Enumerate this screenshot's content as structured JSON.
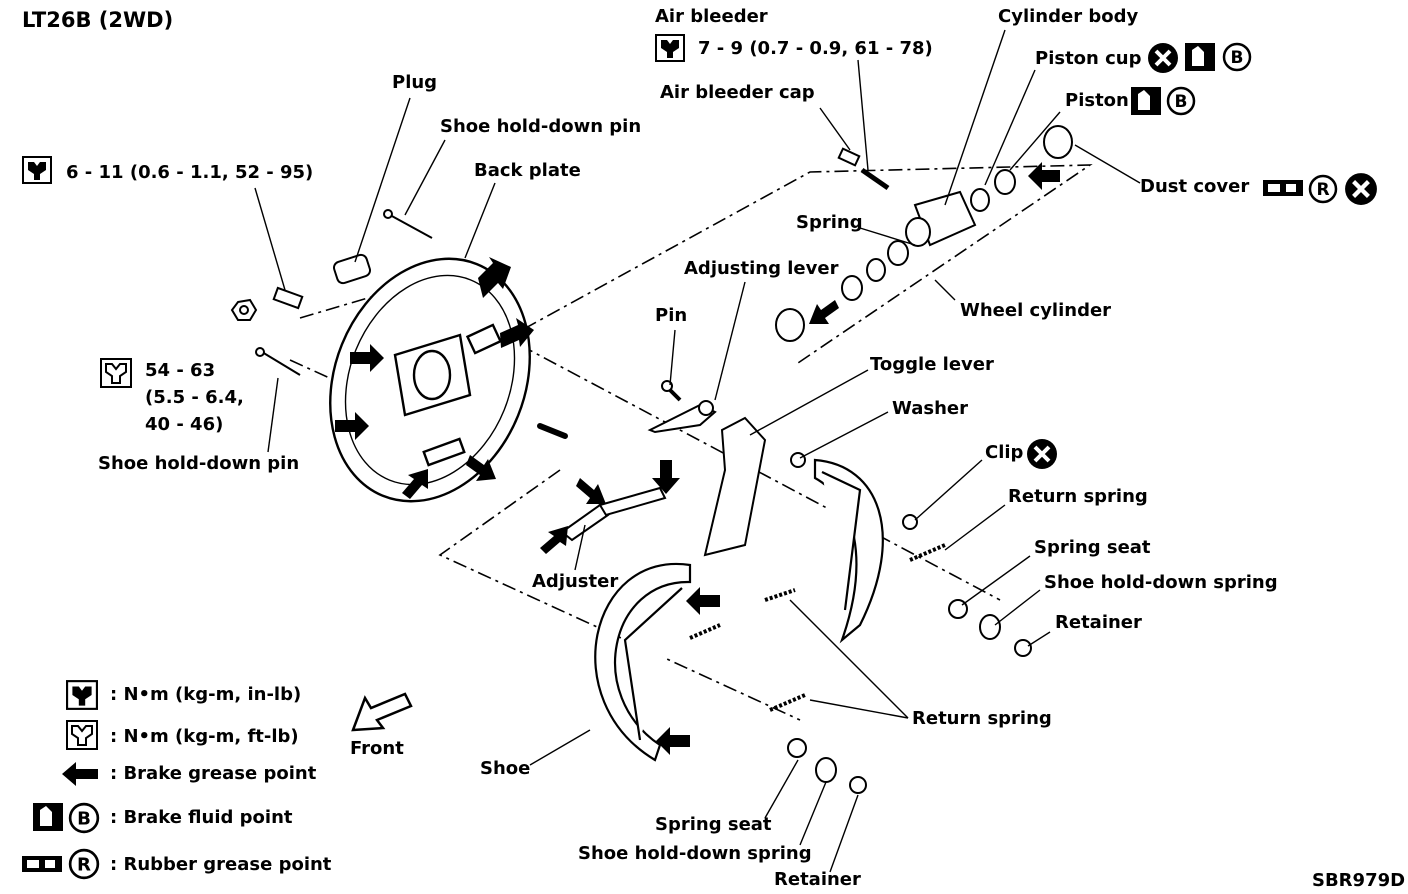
{
  "header": {
    "title": "LT26B (2WD)"
  },
  "labels": {
    "air_bleeder": "Air bleeder",
    "air_bleeder_torque": "7 - 9 (0.7 - 0.9, 61 - 78)",
    "air_bleeder_cap": "Air bleeder cap",
    "cylinder_body": "Cylinder body",
    "piston_cup": "Piston cup",
    "piston": "Piston",
    "dust_cover": "Dust cover",
    "plug": "Plug",
    "shoe_hold_down_pin_top": "Shoe hold-down pin",
    "back_plate": "Back plate",
    "bolt_torque": "6 - 11 (0.6 - 1.1, 52 - 95)",
    "spring": "Spring",
    "adjusting_lever": "Adjusting lever",
    "wheel_cylinder": "Wheel cylinder",
    "pin": "Pin",
    "toggle_lever": "Toggle lever",
    "nut_torque_1": "54 - 63",
    "nut_torque_2": "(5.5 - 6.4,",
    "nut_torque_3": "40 - 46)",
    "washer": "Washer",
    "clip": "Clip",
    "shoe_hold_down_pin_bottom": "Shoe hold-down pin",
    "return_spring_right": "Return spring",
    "spring_seat_right": "Spring seat",
    "adjuster": "Adjuster",
    "shoe_hold_down_spring_right": "Shoe hold-down spring",
    "retainer_right": "Retainer",
    "return_spring_lower": "Return spring",
    "front": "Front",
    "shoe": "Shoe",
    "spring_seat_bottom": "Spring seat",
    "shoe_hold_down_spring_bottom": "Shoe hold-down spring",
    "retainer_bottom": "Retainer",
    "figure_code": "SBR979D"
  },
  "legend": {
    "torque_in_lb": ": N•m (kg-m, in-lb)",
    "torque_ft_lb": ": N•m (kg-m, ft-lb)",
    "grease_point": ": Brake grease point",
    "fluid_point": ": Brake fluid point",
    "rubber_grease_point": ": Rubber grease point",
    "fluid_letter": "B",
    "rubber_letter": "R"
  }
}
